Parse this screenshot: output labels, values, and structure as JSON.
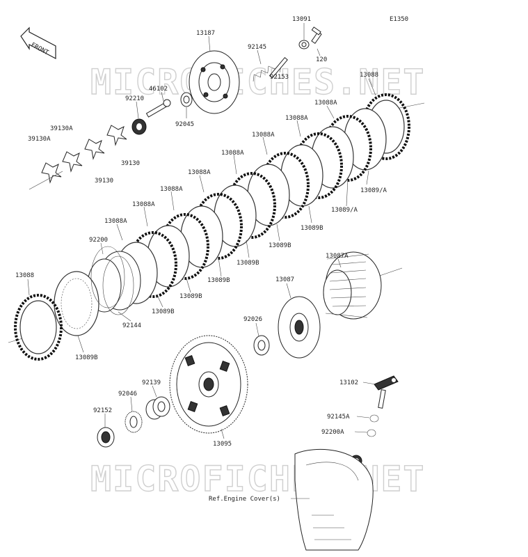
{
  "diagram_code": "E1350",
  "front_label": "FRONT",
  "watermark": "MICROFICHES.NET",
  "ref_note": "Ref.Engine Cover(s)",
  "labels": [
    {
      "id": "13091",
      "text": "13091"
    },
    {
      "id": "120",
      "text": "120"
    },
    {
      "id": "13187",
      "text": "13187"
    },
    {
      "id": "92145",
      "text": "92145"
    },
    {
      "id": "92153",
      "text": "92153"
    },
    {
      "id": "46102",
      "text": "46102"
    },
    {
      "id": "92210",
      "text": "92210"
    },
    {
      "id": "92045",
      "text": "92045"
    },
    {
      "id": "39130A_a",
      "text": "39130A"
    },
    {
      "id": "39130A_b",
      "text": "39130A"
    },
    {
      "id": "39130_a",
      "text": "39130"
    },
    {
      "id": "39130_b",
      "text": "39130"
    },
    {
      "id": "13088_top",
      "text": "13088"
    },
    {
      "id": "13088A_1",
      "text": "13088A"
    },
    {
      "id": "13088A_2",
      "text": "13088A"
    },
    {
      "id": "13088A_3",
      "text": "13088A"
    },
    {
      "id": "13088A_4",
      "text": "13088A"
    },
    {
      "id": "13088A_5",
      "text": "13088A"
    },
    {
      "id": "13088A_6",
      "text": "13088A"
    },
    {
      "id": "13088A_7",
      "text": "13088A"
    },
    {
      "id": "13088A_8",
      "text": "13088A"
    },
    {
      "id": "13089A_1",
      "text": "13089/A"
    },
    {
      "id": "13089A_2",
      "text": "13089/A"
    },
    {
      "id": "13089B_1",
      "text": "13089B"
    },
    {
      "id": "13089B_2",
      "text": "13089B"
    },
    {
      "id": "13089B_3",
      "text": "13089B"
    },
    {
      "id": "13089B_4",
      "text": "13089B"
    },
    {
      "id": "13089B_5",
      "text": "13089B"
    },
    {
      "id": "13089B_6",
      "text": "13089B"
    },
    {
      "id": "13089B_7",
      "text": "13089B"
    },
    {
      "id": "92200",
      "text": "92200"
    },
    {
      "id": "13088_left",
      "text": "13088"
    },
    {
      "id": "92144",
      "text": "92144"
    },
    {
      "id": "13087A",
      "text": "13087A"
    },
    {
      "id": "13087",
      "text": "13087"
    },
    {
      "id": "92026",
      "text": "92026"
    },
    {
      "id": "92139",
      "text": "92139"
    },
    {
      "id": "92046",
      "text": "92046"
    },
    {
      "id": "92152",
      "text": "92152"
    },
    {
      "id": "13095",
      "text": "13095"
    },
    {
      "id": "13102",
      "text": "13102"
    },
    {
      "id": "92145A",
      "text": "92145A"
    },
    {
      "id": "92200A",
      "text": "92200A"
    }
  ]
}
